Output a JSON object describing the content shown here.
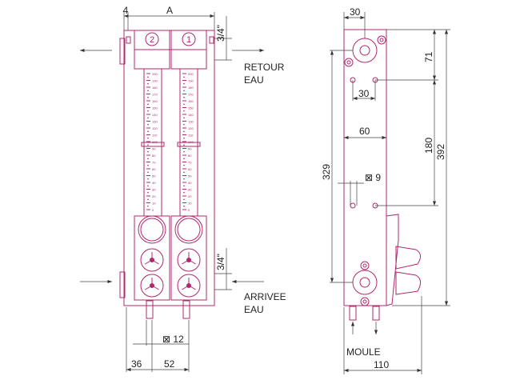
{
  "colors": {
    "outline": "#b0286e",
    "dimension": "#444444"
  },
  "front_view": {
    "dim_A": "A",
    "dim_4": "4",
    "dim_3_4_top": "3/4\"",
    "dim_3_4_bottom": "3/4\"",
    "retour": [
      "RETOUR",
      "EAU"
    ],
    "arrivee": [
      "ARRIVEE",
      "EAU"
    ],
    "dim_12": "⊠ 12",
    "dim_36": "36",
    "dim_52": "52",
    "circuit_labels": [
      "2",
      "1"
    ],
    "scale": {
      "min": 0,
      "max": 200,
      "step": 10
    }
  },
  "side_view": {
    "dim_30_top": "30",
    "dim_30_holes": "30",
    "dim_60": "60",
    "dim_9": "⊠ 9",
    "dim_71": "71",
    "dim_180": "180",
    "dim_392": "392",
    "dim_329": "329",
    "dim_110": "110",
    "moule": "MOULE"
  }
}
